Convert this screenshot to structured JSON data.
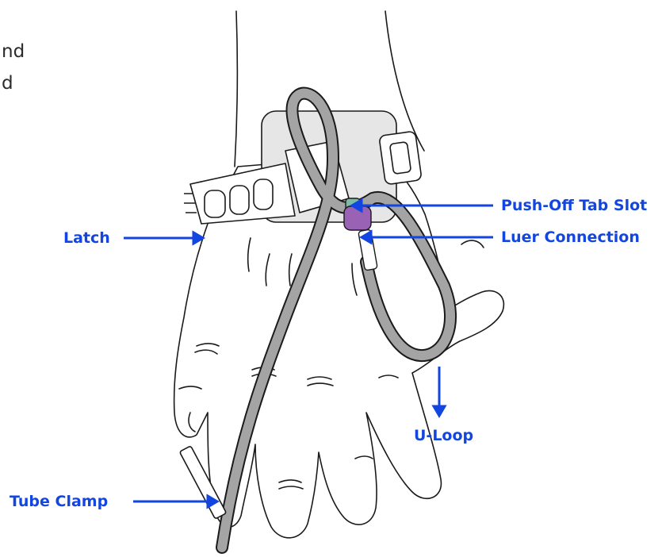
{
  "cutoff_text": {
    "line1": "nd",
    "line2": "d"
  },
  "labels": {
    "latch": "Latch",
    "push_off_tab_slot": "Push-Off Tab Slot",
    "luer_connection": "Luer Connection",
    "u_loop": "U-Loop",
    "tube_clamp": "Tube Clamp"
  },
  "colors": {
    "label_blue": "#1346e0",
    "outline": "#1a1a1a",
    "tubing": "#a4a4a4",
    "pad": "#e6e6e6",
    "luer_purple": "#9a62b4",
    "connector_green": "#7cbca6"
  }
}
